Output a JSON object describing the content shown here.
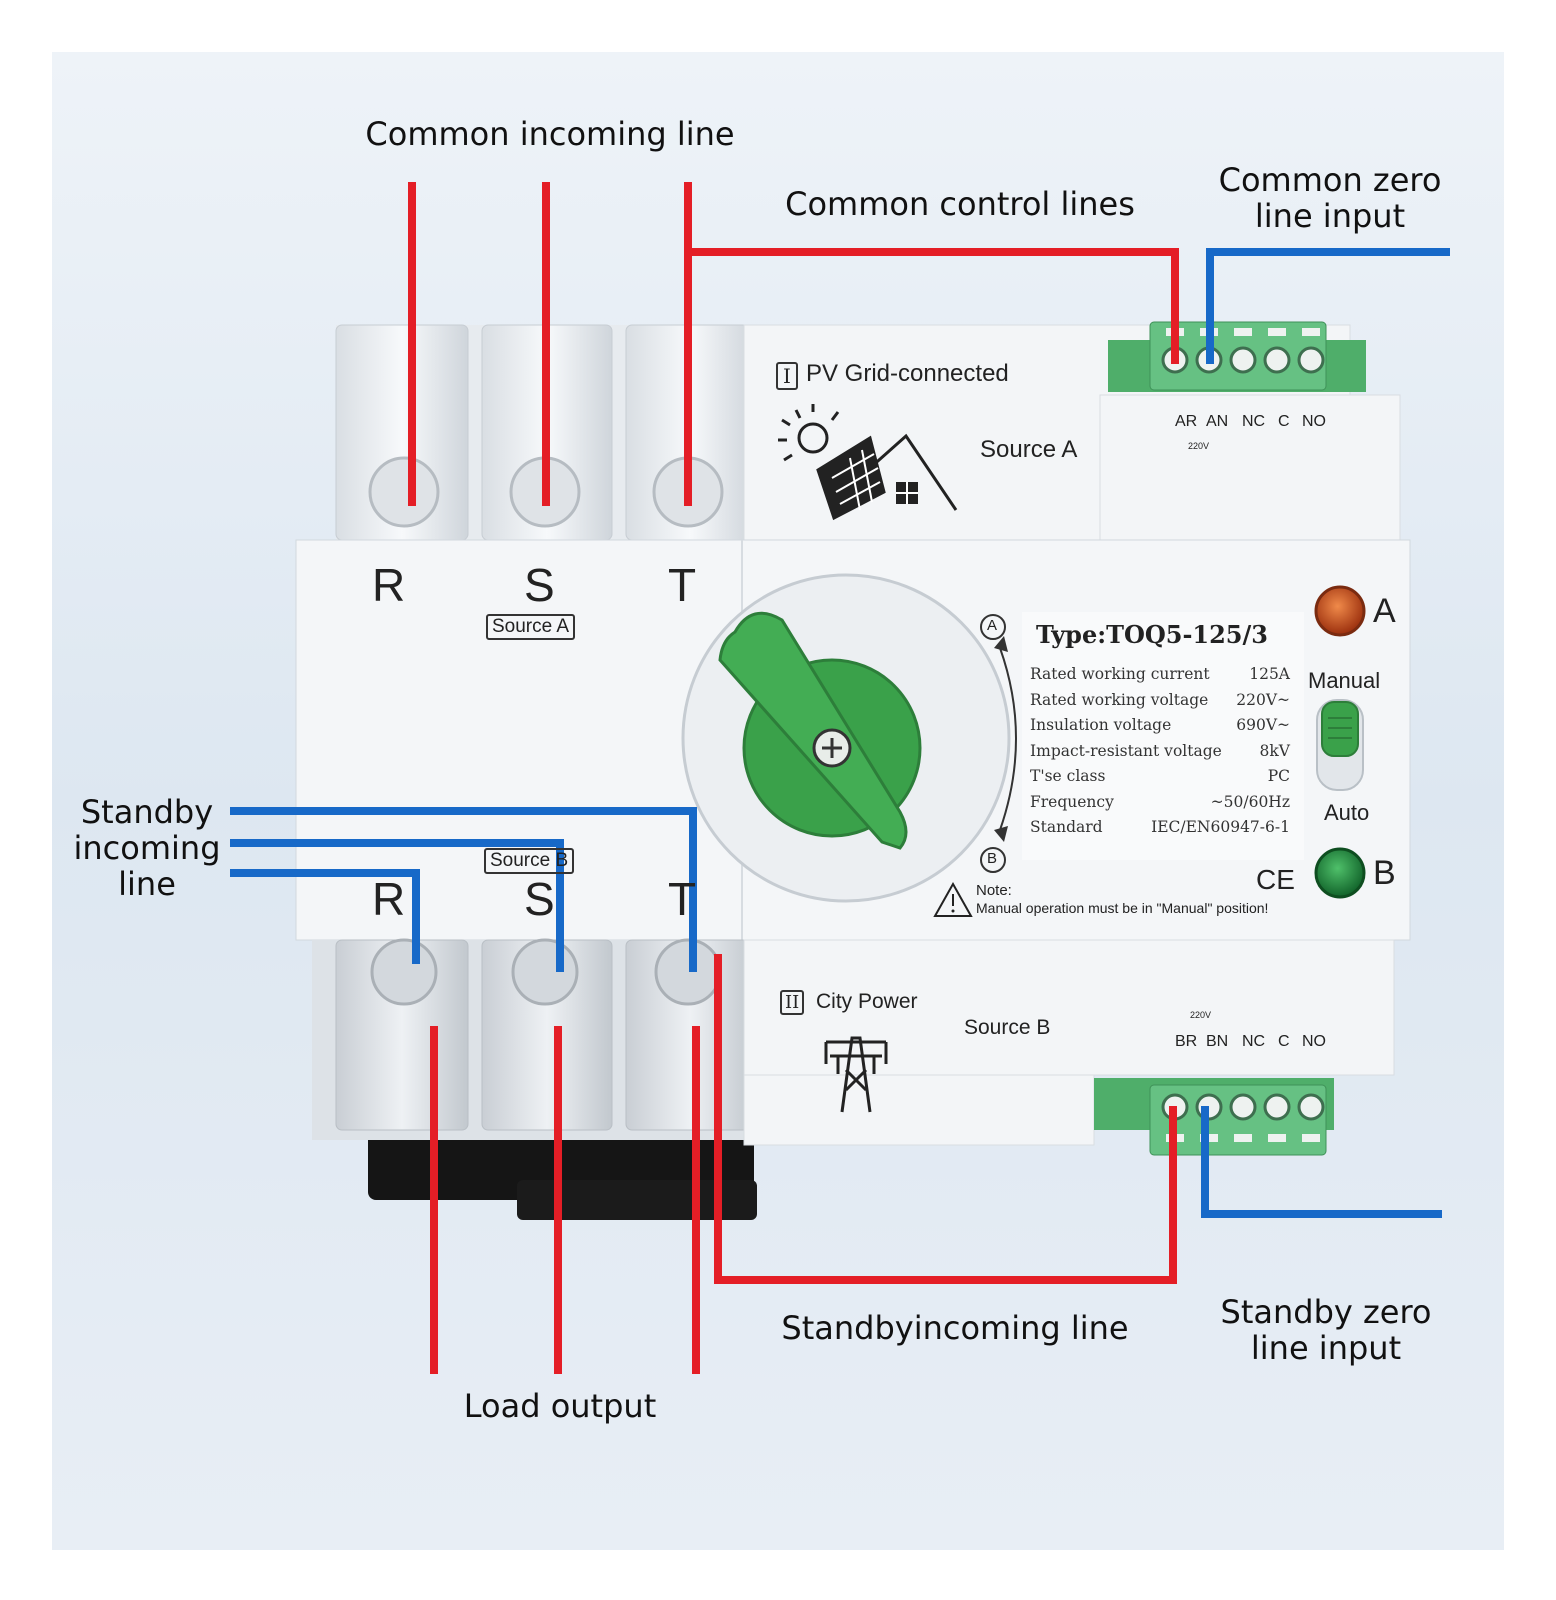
{
  "callouts": {
    "common_incoming_line": "Common incoming line",
    "common_control_lines": "Common control lines",
    "common_zero_line_input_1": "Common zero",
    "common_zero_line_input_2": "line input",
    "standby_incoming_line_1": "Standby",
    "standby_incoming_line_2": "incoming",
    "standby_incoming_line_3": "line",
    "standbyincoming_line": "Standbyincoming line",
    "load_output": "Load output",
    "standby_zero_line_input_1": "Standby zero",
    "standby_zero_line_input_2": "line input"
  },
  "device": {
    "top_phases": [
      "R",
      "S",
      "T"
    ],
    "bottom_phases": [
      "R",
      "S",
      "T"
    ],
    "source_a_badge": "Source A",
    "source_b_badge": "Source B",
    "pv_label": "PV Grid-connected",
    "pv_roman": "I",
    "source_a": "Source A",
    "city_power": "City Power",
    "city_roman": "II",
    "source_b": "Source B",
    "terminals_top": [
      "AR",
      "AN",
      "NC",
      "C",
      "NO"
    ],
    "terminals_top_voltage": "220V",
    "terminals_bottom": [
      "BR",
      "BN",
      "NC",
      "C",
      "NO"
    ],
    "terminals_bottom_voltage": "220V",
    "dial_a": "A",
    "dial_b": "B",
    "type": "Type:TOQ5-125/3",
    "specs": [
      {
        "label": "Rated working current",
        "value": "125A"
      },
      {
        "label": "Rated working voltage",
        "value": "220V~"
      },
      {
        "label": "Insulation voltage",
        "value": "690V~"
      },
      {
        "label": "Impact-resistant voltage",
        "value": "8kV"
      },
      {
        "label": "T'se class",
        "value": "PC"
      },
      {
        "label": "Frequency",
        "value": "~50/60Hz"
      },
      {
        "label": "Standard",
        "value": "IEC/EN60947-6-1"
      }
    ],
    "note_title": "Note:",
    "note_text": "Manual operation must be in \"Manual\" position!",
    "ce": "CE",
    "indicator_a": "A",
    "indicator_b": "B",
    "manual": "Manual",
    "auto": "Auto"
  },
  "colors": {
    "line_live": "#e41e26",
    "line_neutral": "#1769c8",
    "housing": "#f2f4f6",
    "accent_green": "#3aa14a",
    "terminal_green": "#5bbf7a",
    "indicator_a": "#c8471a",
    "indicator_b": "#1f8f3a"
  }
}
